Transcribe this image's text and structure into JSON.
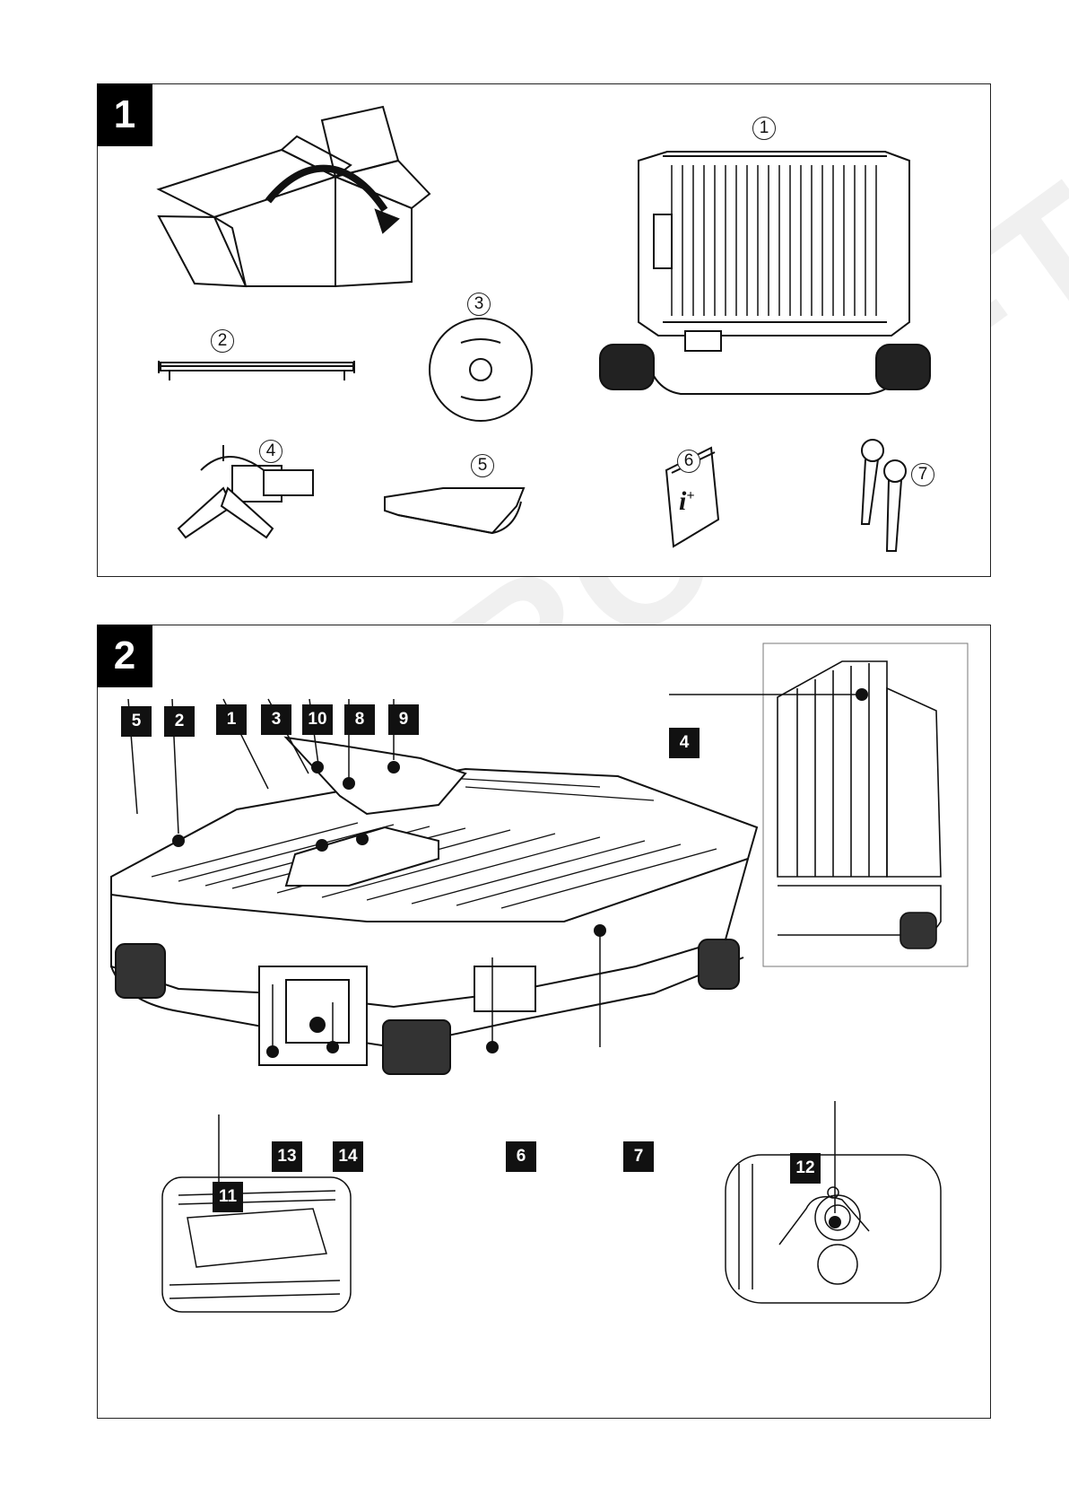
{
  "figure1": {
    "number": "1",
    "parts": [
      {
        "label": "1",
        "icon": "tile-cutter-top-view-icon"
      },
      {
        "label": "2",
        "icon": "guide-rail-icon"
      },
      {
        "label": "3",
        "icon": "cutting-disc-icon"
      },
      {
        "label": "4",
        "icon": "angle-guide-icon"
      },
      {
        "label": "5",
        "icon": "blade-guard-icon"
      },
      {
        "label": "6",
        "icon": "instruction-manual-icon"
      },
      {
        "label": "7",
        "icon": "wrench-pair-icon"
      }
    ],
    "manual_glyph": "i",
    "manual_glyph_sup": "+"
  },
  "figure2": {
    "number": "2",
    "callouts": [
      "5",
      "2",
      "1",
      "3",
      "10",
      "8",
      "9",
      "4",
      "13",
      "14",
      "6",
      "7",
      "11",
      "12"
    ]
  },
  "watermark": "WORCRAFT"
}
